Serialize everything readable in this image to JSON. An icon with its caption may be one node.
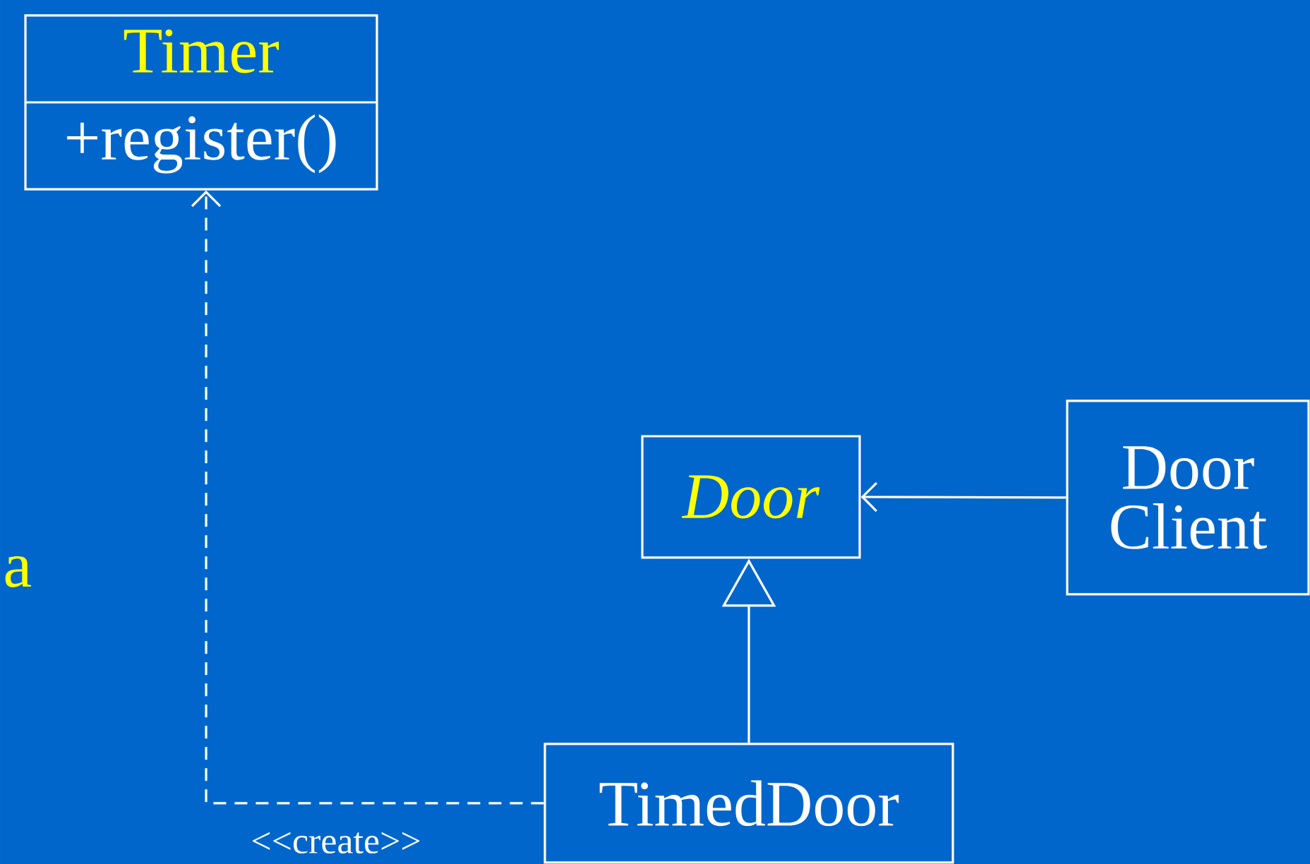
{
  "diagram": {
    "nodes": [
      {
        "text": [
          "Timer",
          "+register()"
        ]
      },
      {
        "text": [
          "Door"
        ]
      },
      {
        "text": [
          "Door Client"
        ]
      },
      {
        "text": [
          "TimedDoor"
        ]
      }
    ],
    "edges": [
      {
        "from": 3,
        "to": 0,
        "arrow": "to",
        "style": "dashed",
        "label": "<<create>>"
      },
      {
        "from": 2,
        "to": 1,
        "arrow": "to"
      },
      {
        "from": 3,
        "to": 1,
        "arrow": "to"
      }
    ],
    "labels": [
      "a"
    ]
  }
}
